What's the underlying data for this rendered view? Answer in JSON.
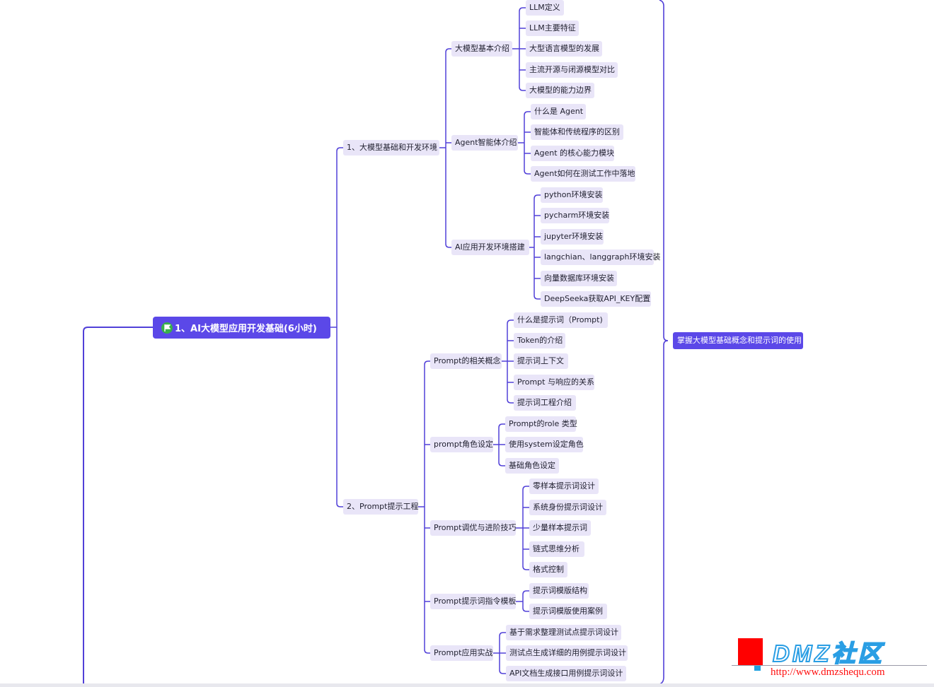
{
  "colors": {
    "accent": "#5b48e8",
    "node_bg": "#e9e5f8",
    "line": "#5140d8",
    "flag": "#38b04a"
  },
  "root": {
    "label": "1、AI大模型应用开发基础(6小时)",
    "icon": "flag-icon"
  },
  "summary": {
    "label": "掌握大模型基础概念和提示词的使用"
  },
  "branches": [
    {
      "label": "1、大模型基础和开发环境",
      "children": [
        {
          "label": "大模型基本介绍",
          "children": [
            "LLM定义",
            "LLM主要特征",
            "大型语言模型的发展",
            "主流开源与闭源模型对比",
            "大模型的能力边界"
          ]
        },
        {
          "label": "Agent智能体介绍",
          "children": [
            "什么是 Agent",
            "智能体和传统程序的区别",
            "Agent 的核心能力模块",
            "Agent如何在测试工作中落地"
          ]
        },
        {
          "label": "AI应用开发环境搭建",
          "children": [
            "python环境安装",
            "pycharm环境安装",
            "jupyter环境安装",
            "langchian、langgraph环境安装",
            "向量数据库环境安装",
            "DeepSeeka获取API_KEY配置"
          ]
        }
      ]
    },
    {
      "label": "2、Prompt提示工程",
      "children": [
        {
          "label": "Prompt的相关概念",
          "children": [
            "什么是提示词（Prompt)",
            "Token的介绍",
            "提示词上下文",
            "Prompt 与响应的关系",
            "提示词工程介绍"
          ]
        },
        {
          "label": "prompt角色设定",
          "children": [
            "Prompt的role 类型",
            "使用system设定角色",
            "基础角色设定"
          ]
        },
        {
          "label": "Prompt调优与进阶技巧",
          "children": [
            "零样本提示词设计",
            "系统身份提示词设计",
            "少量样本提示词",
            "链式思维分析",
            "格式控制"
          ]
        },
        {
          "label": "Prompt提示词指令模板",
          "children": [
            "提示词模版结构",
            "提示词模版使用案例"
          ]
        },
        {
          "label": "Prompt应用实战",
          "children": [
            "基于需求整理测试点提示词设计",
            "测试点生成详细的用例提示词设计",
            "API文档生成接口用例提示词设计"
          ]
        }
      ]
    }
  ],
  "watermark": {
    "brand": "DMZ社区",
    "url": "http://www.dmzshequ.com"
  }
}
